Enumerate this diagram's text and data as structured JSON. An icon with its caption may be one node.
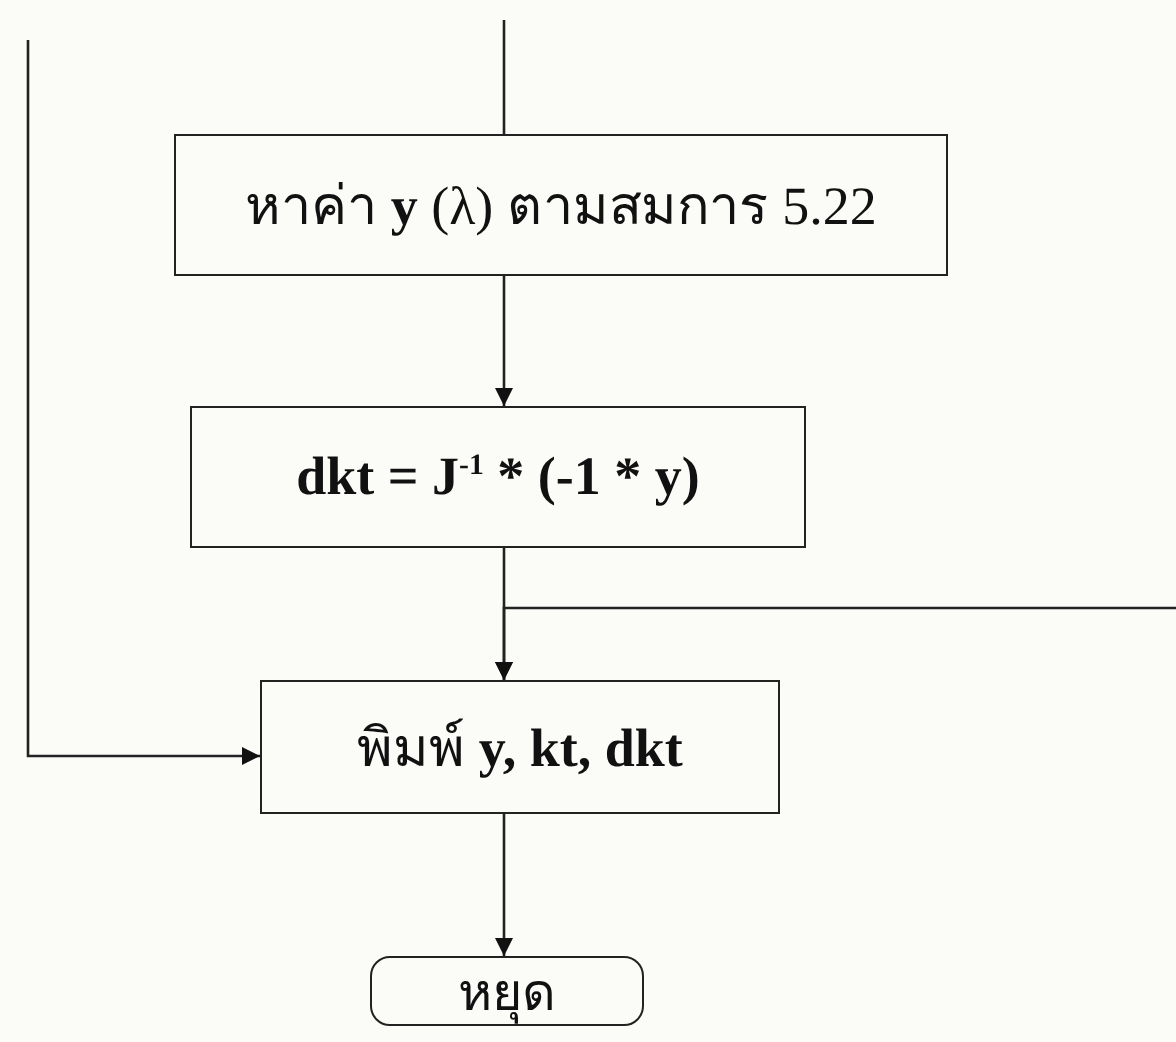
{
  "diagram": {
    "nodes": [
      {
        "text": [
          "หาค่า  **y** (λ) ตามสมการ 5.22"
        ]
      },
      {
        "text": [
          "dkt  =  J$^{-1}$ * (-1 * y)"
        ]
      },
      {
        "text": [
          "พิมพ์  **y, kt, dkt**"
        ]
      },
      {
        "text": [
          "หยุด"
        ]
      }
    ],
    "edges": [
      {
        "from": null,
        "to": 0,
        "arrow": "none"
      },
      {
        "from": 0,
        "to": 1,
        "arrow": "to"
      },
      {
        "from": 1,
        "to": 2,
        "arrow": "to"
      },
      {
        "from": null,
        "to": 2,
        "arrow": "to"
      },
      {
        "from": null,
        "to": 2,
        "arrow": "to"
      },
      {
        "from": 2,
        "to": 3,
        "arrow": "to"
      }
    ]
  }
}
